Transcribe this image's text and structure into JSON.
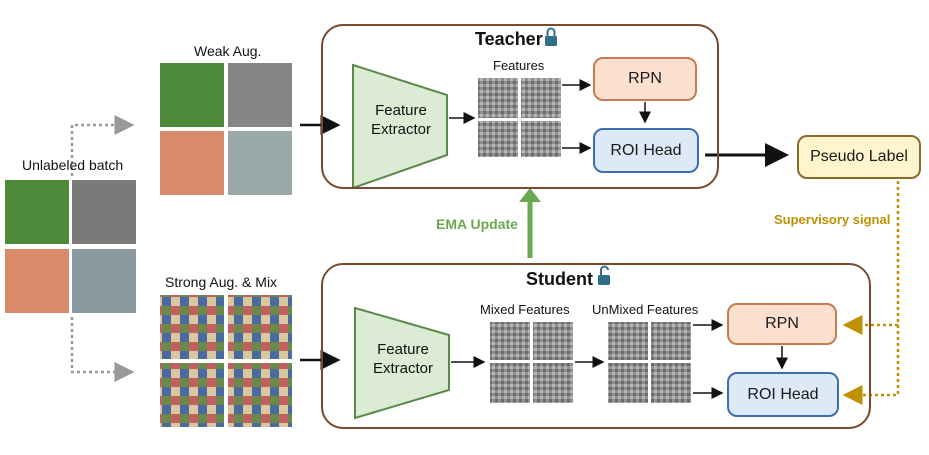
{
  "left": {
    "unlabeled_batch": "Unlabeled batch",
    "weak_aug": "Weak Aug.",
    "strong_aug": "Strong Aug. & Mix"
  },
  "teacher": {
    "title": "Teacher",
    "extractor": "Feature Extractor",
    "features": "Features",
    "rpn": "RPN",
    "roi_head": "ROI Head",
    "lock_state": "locked"
  },
  "student": {
    "title": "Student",
    "extractor": "Feature Extractor",
    "mixed_features": "Mixed Features",
    "unmixed_features": "UnMixed Features",
    "rpn": "RPN",
    "roi_head": "ROI Head",
    "lock_state": "unlocked"
  },
  "ema_update": "EMA Update",
  "pseudo_label": "Pseudo Label",
  "supervisory_signal": "Supervisory signal",
  "colors": {
    "panel_border": "#7a4a2a",
    "extractor_fill": "#dcebd3",
    "extractor_stroke": "#5a8a4a",
    "rpn_fill": "#fbe0d0",
    "rpn_stroke": "#c87a50",
    "roi_fill": "#dde9f6",
    "roi_stroke": "#3d6fb0",
    "pseudo_fill": "#fff4cc",
    "pseudo_stroke": "#8a6a2a",
    "ema_green": "#6aa84f",
    "signal_gold": "#bf9000"
  }
}
